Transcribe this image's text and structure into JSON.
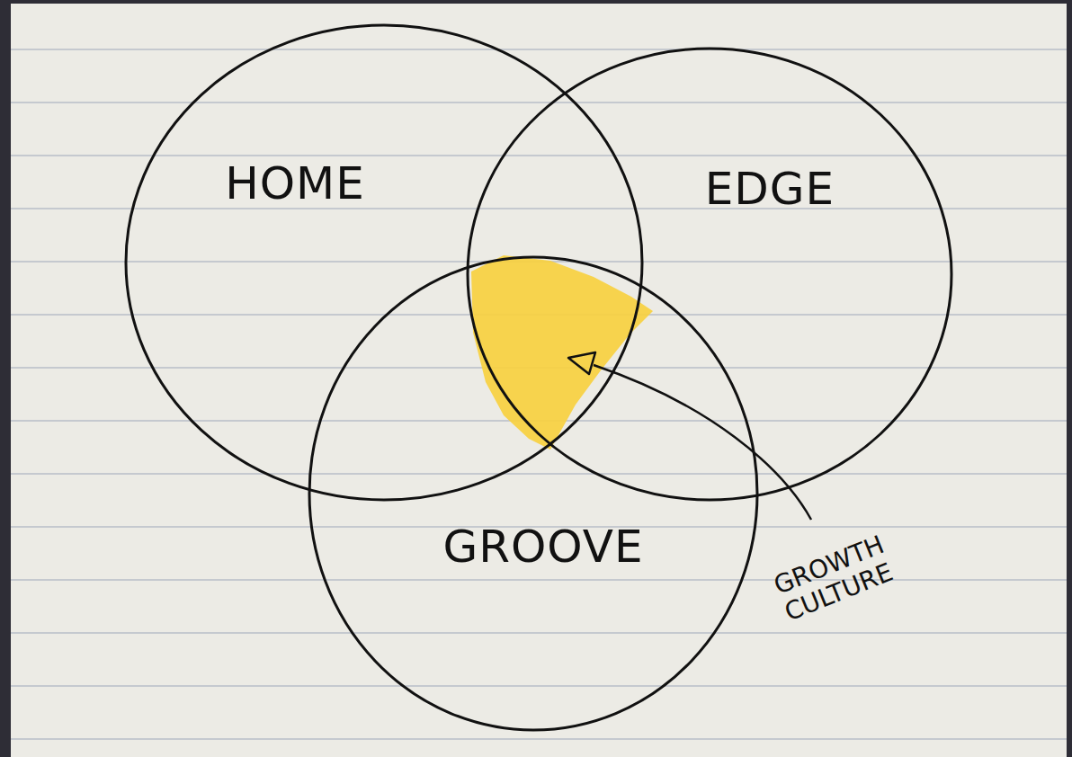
{
  "diagram": {
    "nodes": [
      {
        "text": [
          "HOME"
        ]
      },
      {
        "text": [
          "EDGE"
        ]
      },
      {
        "text": [
          "GROOVE"
        ]
      }
    ],
    "labels": [
      "GROWTH CULTURE"
    ]
  }
}
